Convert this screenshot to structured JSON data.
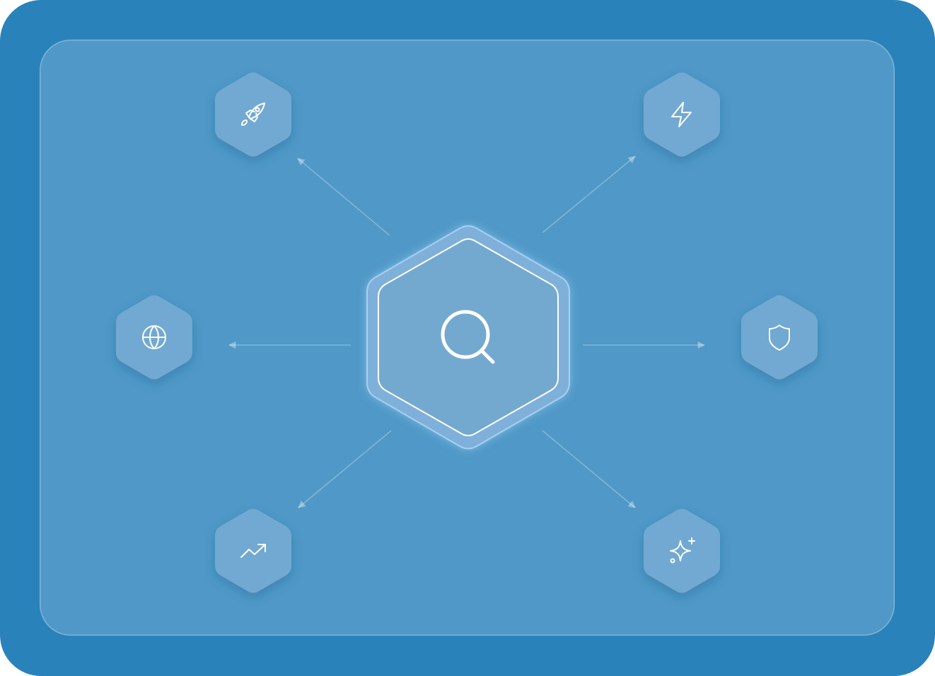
{
  "diagram": {
    "background_color": "#2a82ba",
    "panel_color": "#4f98c7",
    "hub": {
      "icon": "search-icon"
    },
    "nodes": [
      {
        "id": "top-left",
        "icon": "rocket-icon"
      },
      {
        "id": "top-right",
        "icon": "lightning-icon"
      },
      {
        "id": "middle-left",
        "icon": "globe-icon"
      },
      {
        "id": "middle-right",
        "icon": "shield-icon"
      },
      {
        "id": "bottom-left",
        "icon": "trending-up-icon"
      },
      {
        "id": "bottom-right",
        "icon": "sparkles-icon"
      }
    ],
    "connections": [
      {
        "from": "hub",
        "to": "top-left"
      },
      {
        "from": "hub",
        "to": "top-right"
      },
      {
        "from": "hub",
        "to": "middle-left"
      },
      {
        "from": "hub",
        "to": "middle-right"
      },
      {
        "from": "hub",
        "to": "bottom-left"
      },
      {
        "from": "hub",
        "to": "bottom-right"
      }
    ]
  }
}
